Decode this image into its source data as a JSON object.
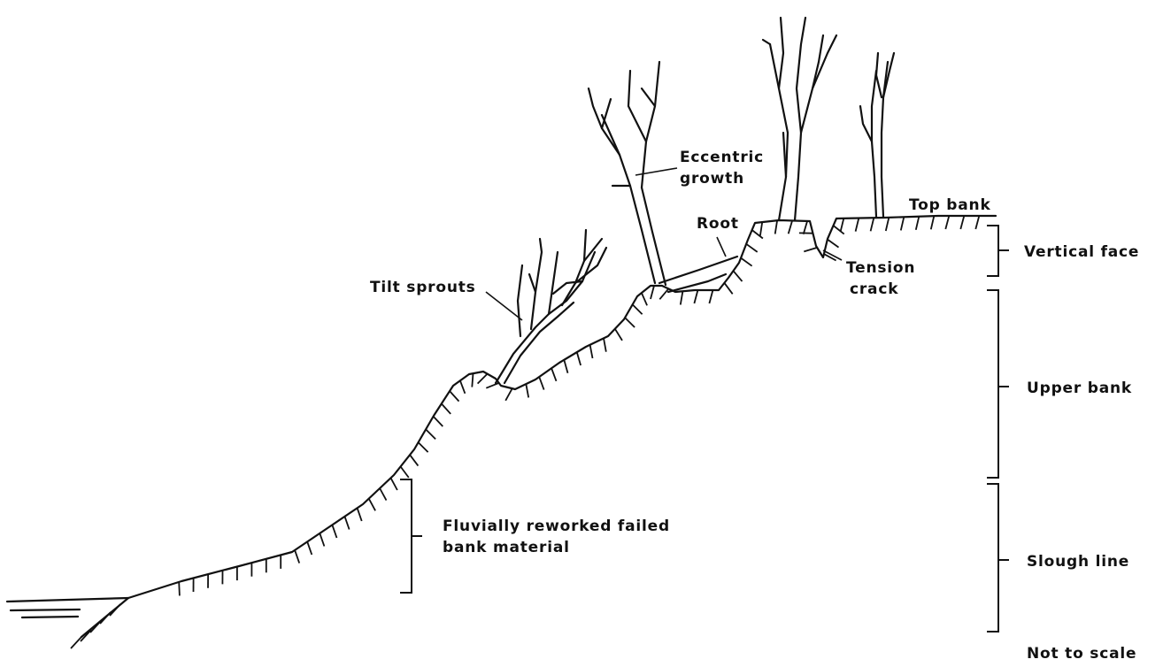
{
  "labels": {
    "tilt_sprouts": "Tilt sprouts",
    "eccentric_growth_1": "Eccentric",
    "eccentric_growth_2": "growth",
    "root": "Root",
    "tension_crack_1": "Tension",
    "tension_crack_2": "crack",
    "top_bank": "Top bank",
    "vertical_face": "Vertical face",
    "upper_bank": "Upper bank",
    "slough_line": "Slough line",
    "fluvially_1": "Fluvially reworked failed",
    "fluvially_2": "bank material",
    "not_to_scale": "Not to scale"
  }
}
